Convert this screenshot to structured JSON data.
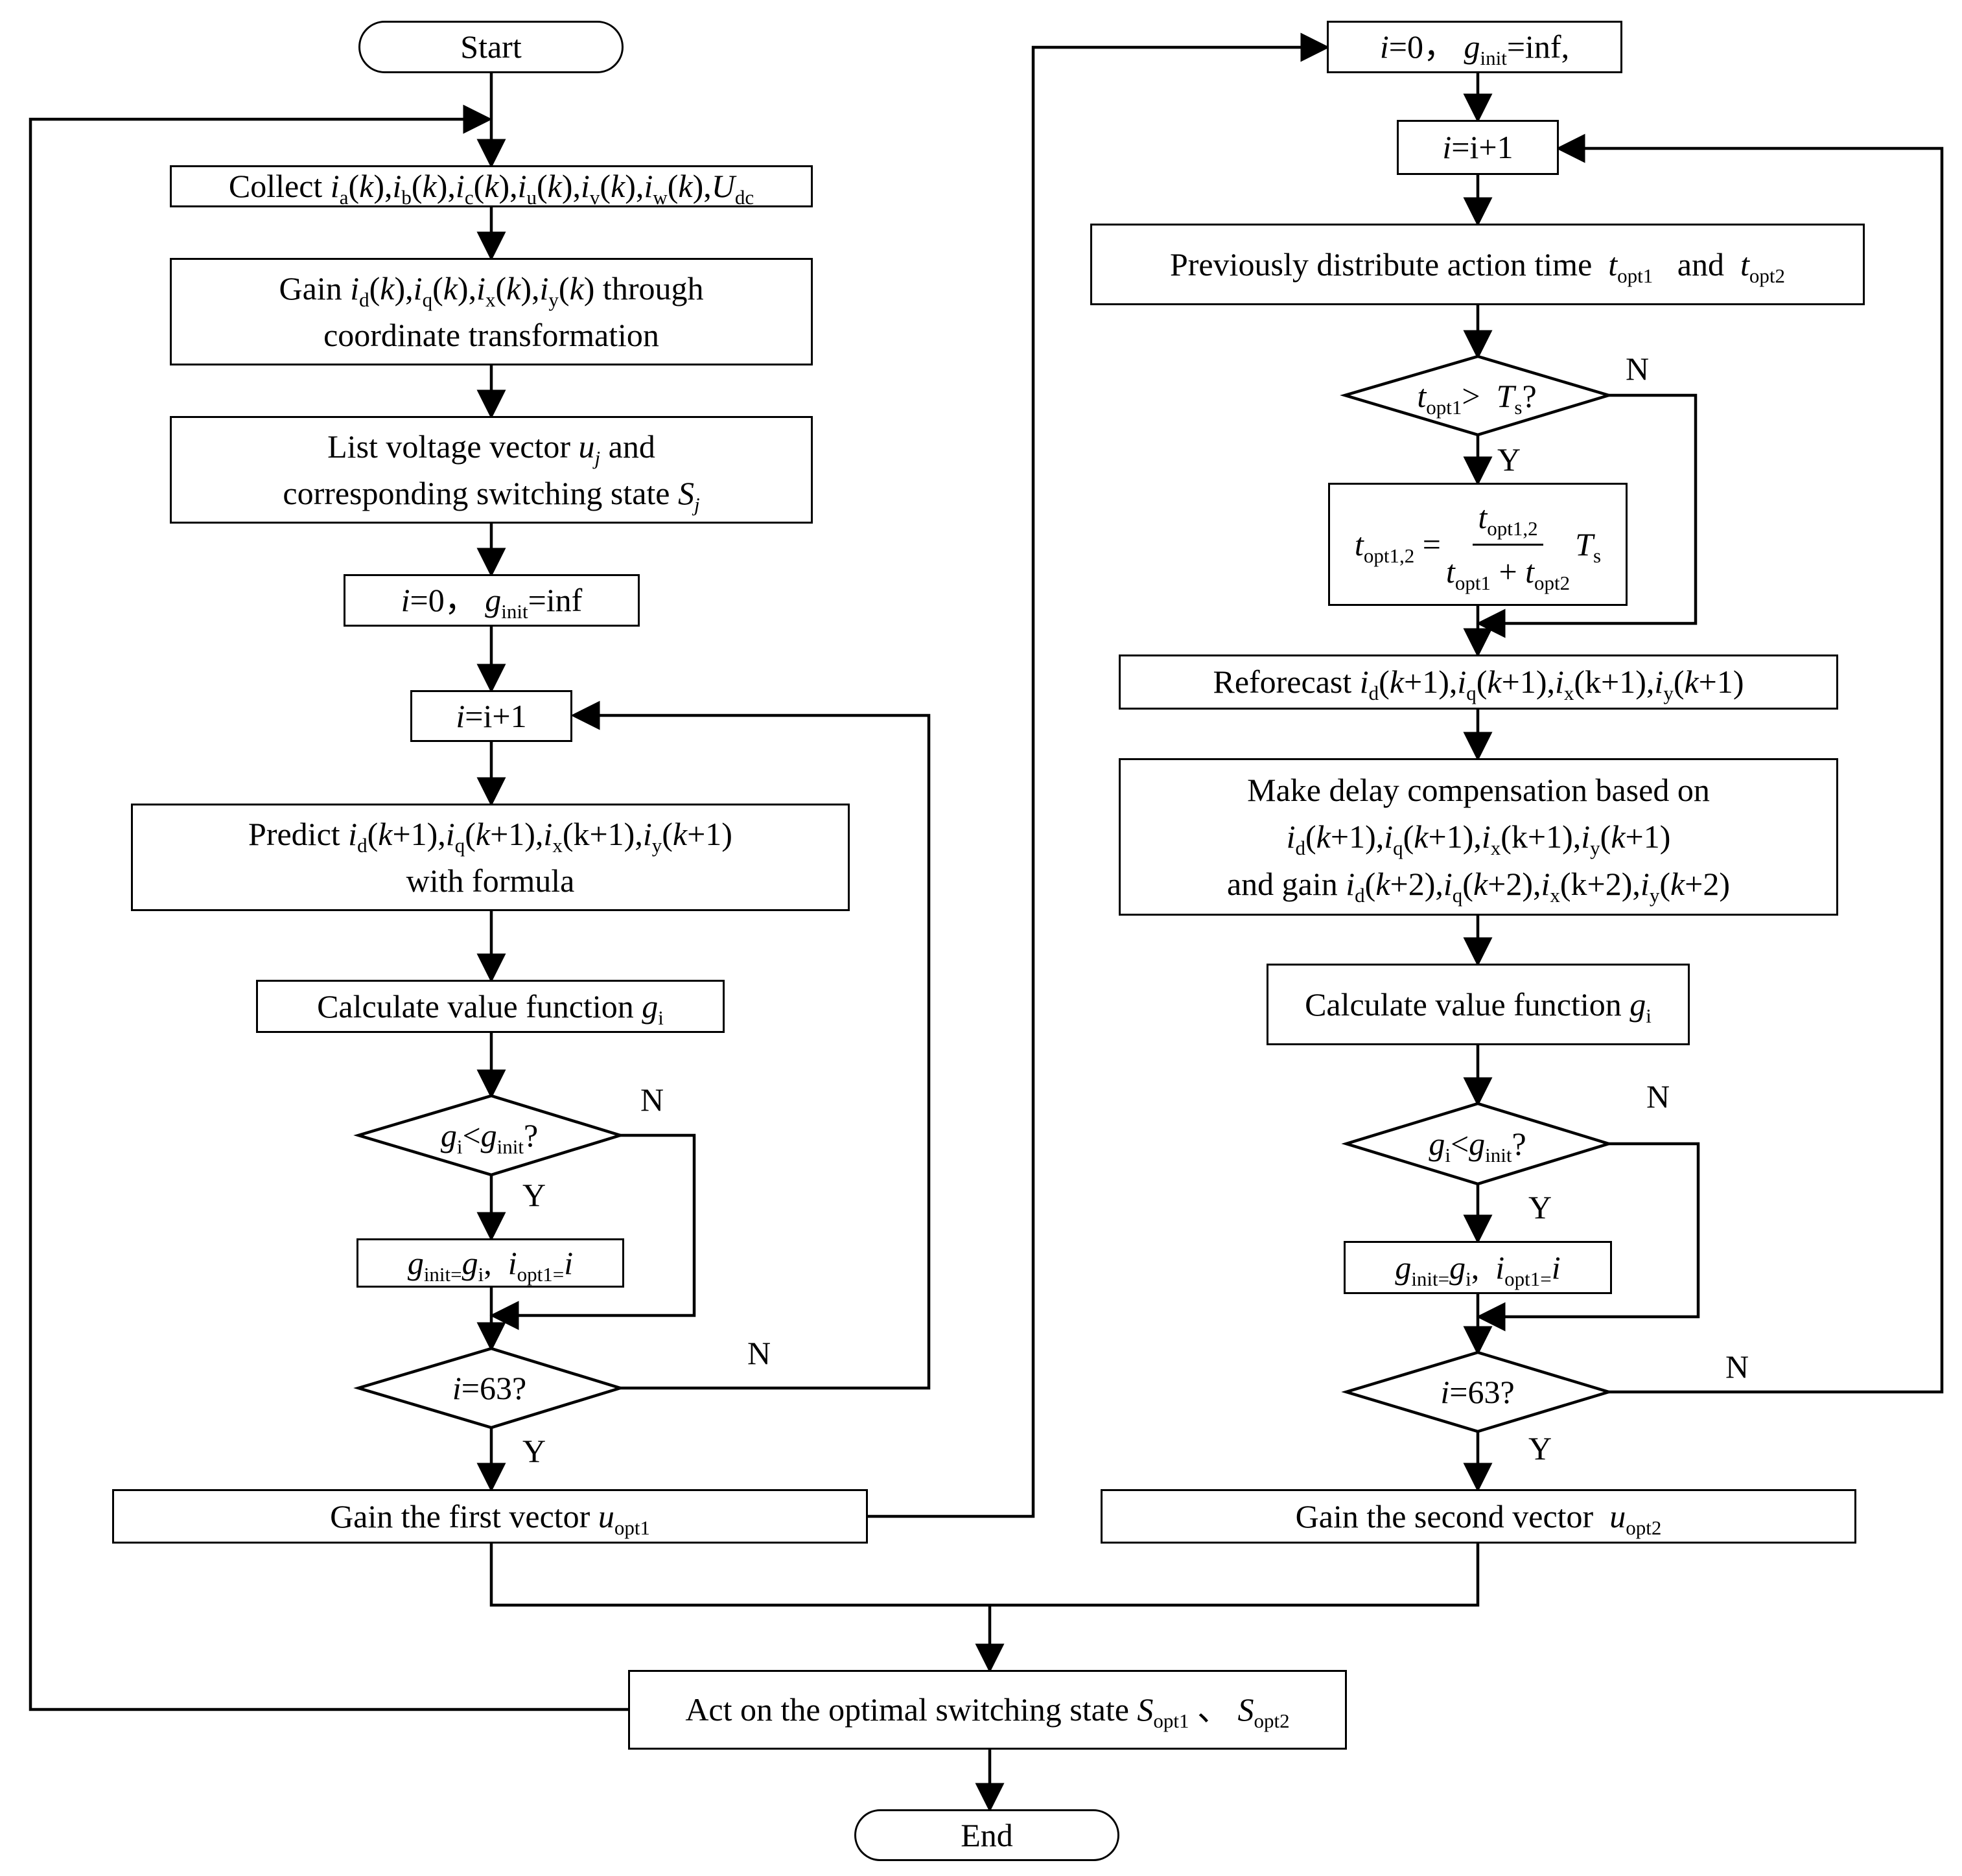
{
  "left": {
    "start": "Start",
    "collect": "Collect",
    "gain_dq": "Gain",
    "gain_dq_through": "through",
    "gain_dq_line2": "coordinate transformation",
    "list_line1": "List voltage vector",
    "list_and": "and",
    "list_line2": "corresponding switching state",
    "init": "=0，",
    "init_inf": "=inf",
    "incr": "=i+1",
    "predict": "Predict",
    "predict_line2": "with formula",
    "calc": "Calculate value function",
    "cond_g": "?",
    "update": "",
    "cond_i": "=63?",
    "gain_first": "Gain the first vector"
  },
  "right": {
    "init": "=0，",
    "init_inf": "=inf,",
    "incr": "=i+1",
    "distribute": "Previously distribute action time",
    "distribute_and": "and",
    "cond_t": "?",
    "reforecast": "Reforecast",
    "delay_line1": "Make delay compensation based on",
    "delay_and_gain": "and gain",
    "calc": "Calculate value function",
    "cond_i": "=63?",
    "gain_second": "Gain the second vector"
  },
  "bottom": {
    "act": "Act on the optimal switching state",
    "act_sep": "、",
    "end": "End"
  },
  "branch": {
    "yes": "Y",
    "no": "N"
  }
}
